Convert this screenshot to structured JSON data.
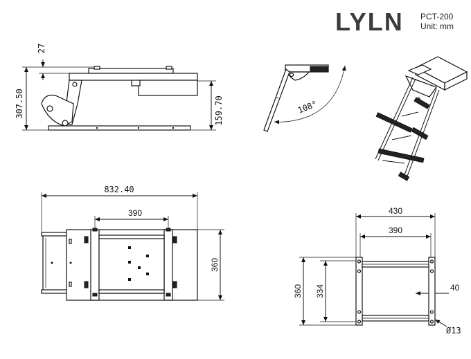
{
  "brand": {
    "logo_text": "LYLN",
    "model": "PCT-200",
    "unit": "Unit: mm"
  },
  "side_view": {
    "dim_top": "27",
    "dim_height": "307.50",
    "dim_right": "159.70"
  },
  "angle_view": {
    "angle": "108°"
  },
  "top_view": {
    "dim_overall": "832.40",
    "dim_inner": "390",
    "dim_height": "360"
  },
  "end_view": {
    "dim_outer_width": "430",
    "dim_inner_width": "390",
    "dim_outer_height": "360",
    "dim_inner_height": "334",
    "dim_rung": "40",
    "dim_hole": "Ø13"
  }
}
